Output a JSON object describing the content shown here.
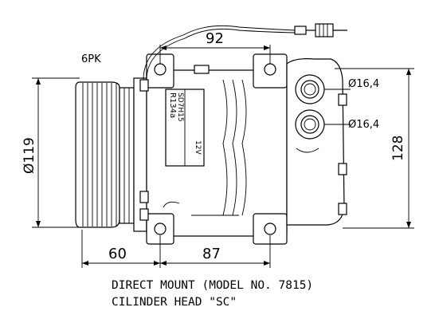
{
  "drawing": {
    "belt_label": "6PK",
    "dim_top": "92",
    "dim_diameter": "Ø119",
    "dim_height": "128",
    "dim_left_bottom": "60",
    "dim_right_bottom": "87",
    "port_upper": "Ø16,4",
    "port_lower": "Ø16,4",
    "plate_text_1": "SD7H15",
    "plate_text_2": "R134a",
    "plate_text_3": "12V",
    "caption_line_1": "DIRECT MOUNT (MODEL NO. 7815)",
    "caption_line_2": "CILINDER HEAD \"SC\""
  }
}
